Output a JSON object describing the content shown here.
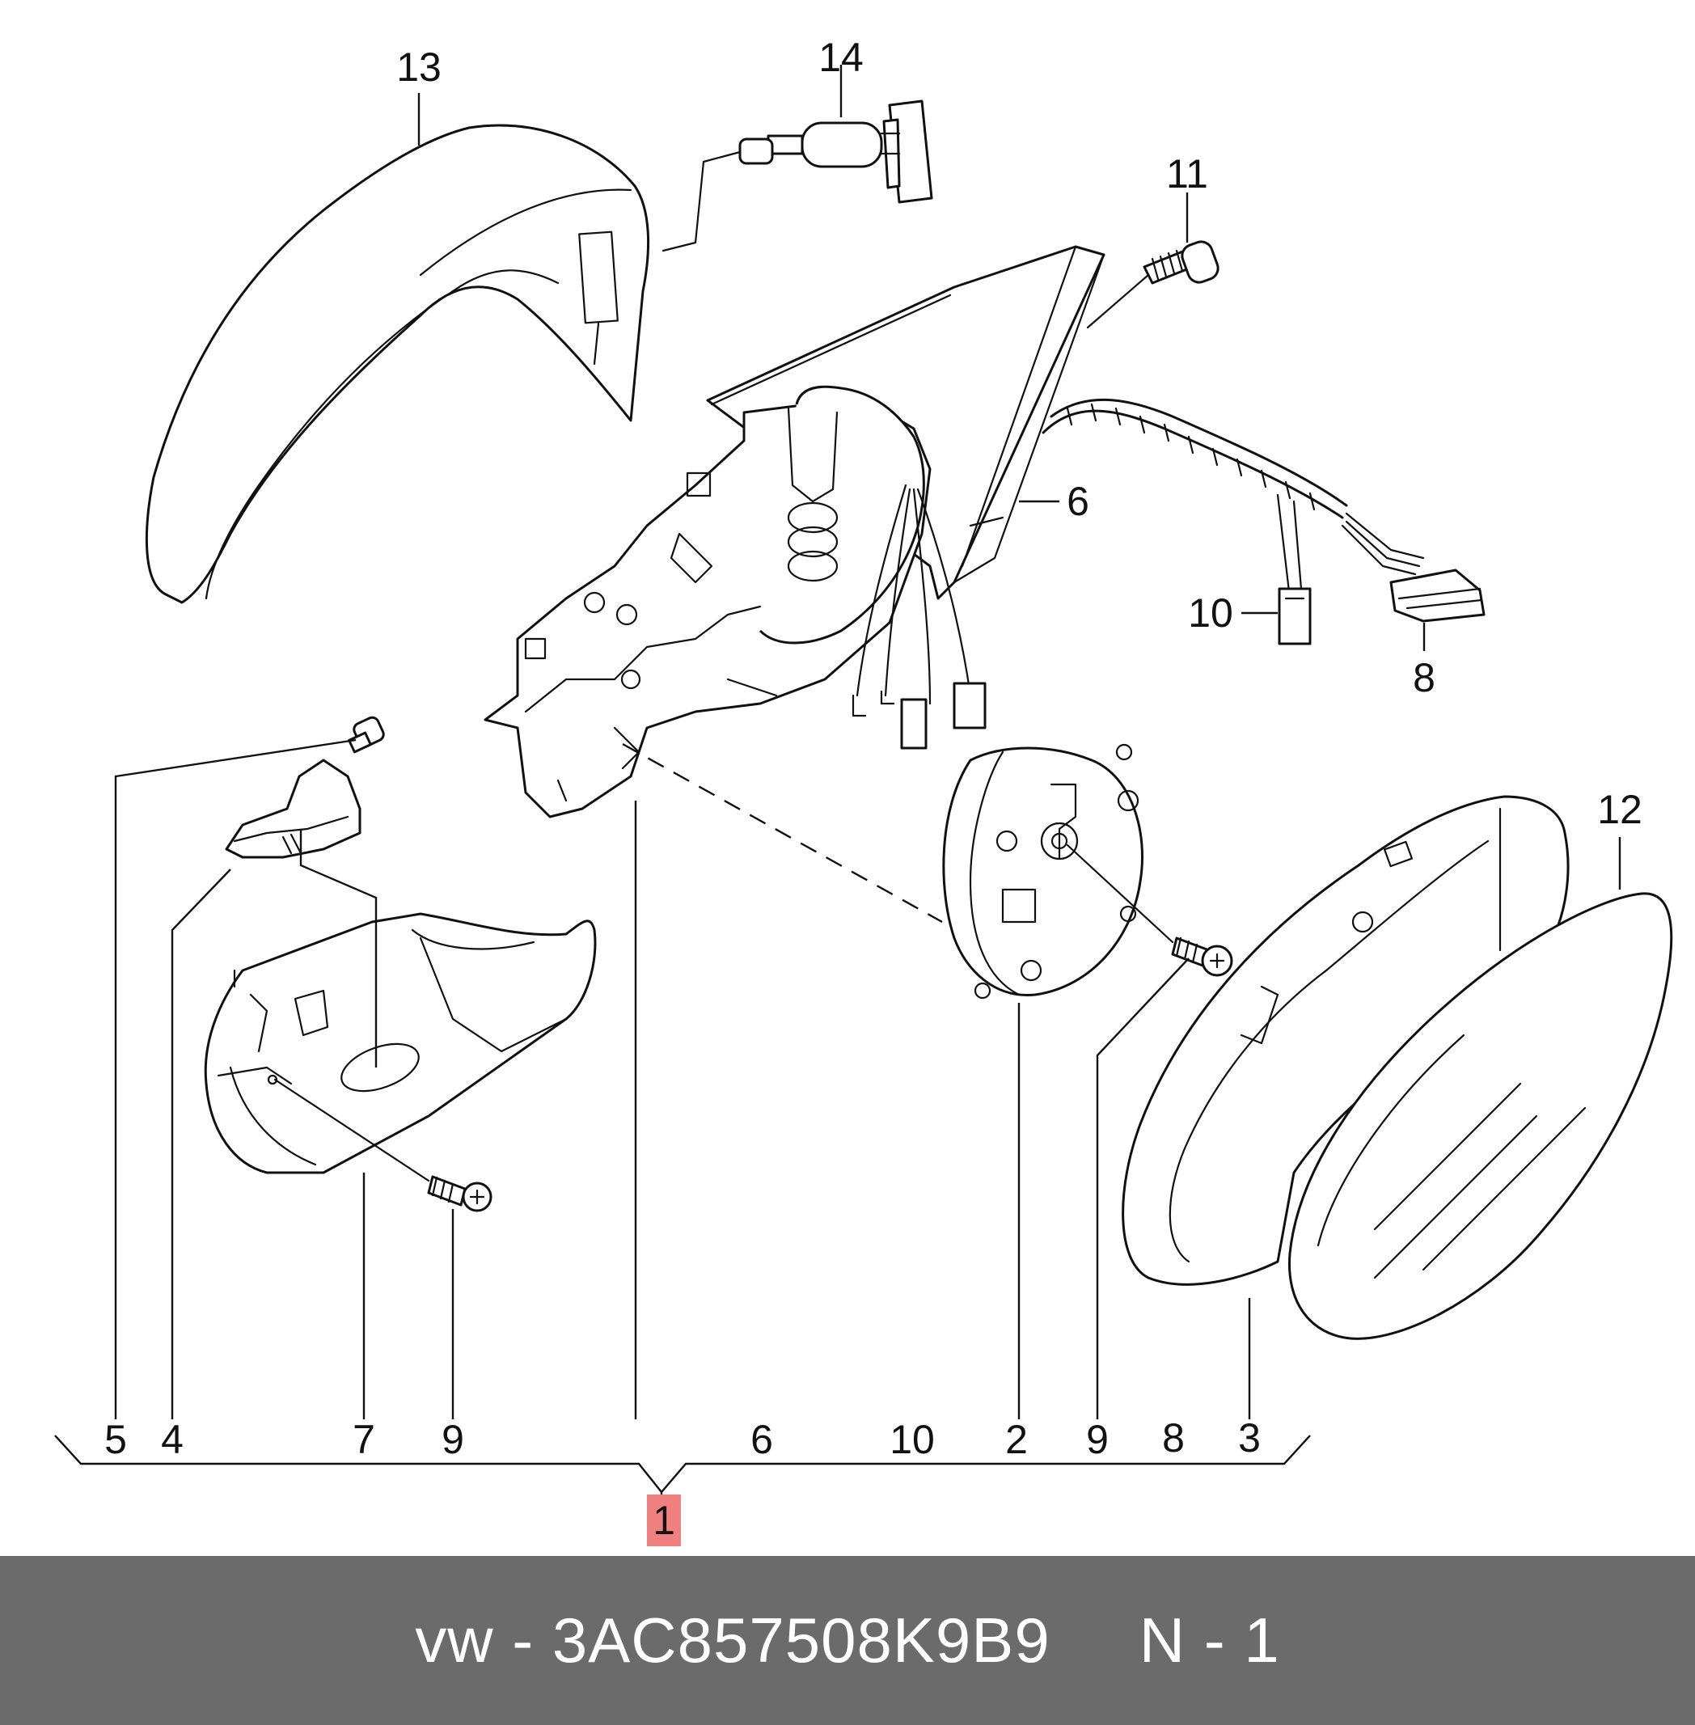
{
  "callouts": {
    "n1": "1",
    "n2": "2",
    "n3": "3",
    "n4": "4",
    "n5": "5",
    "n6": "6",
    "n7": "7",
    "n8": "8",
    "n9": "9",
    "n10": "10",
    "n11": "11",
    "n12": "12",
    "n13": "13",
    "n14": "14"
  },
  "bracket_labels": [
    "5",
    "4",
    "7",
    "9",
    "6",
    "10",
    "2",
    "9",
    "8",
    "3"
  ],
  "assembly_number": "1",
  "colors": {
    "line": "#111111",
    "highlight": "#f08080",
    "footer_bg": "#6b6b6b",
    "footer_text": "#ffffff"
  },
  "footer": {
    "part": "vw - 3AC857508K9B9",
    "page": "N - 1"
  }
}
